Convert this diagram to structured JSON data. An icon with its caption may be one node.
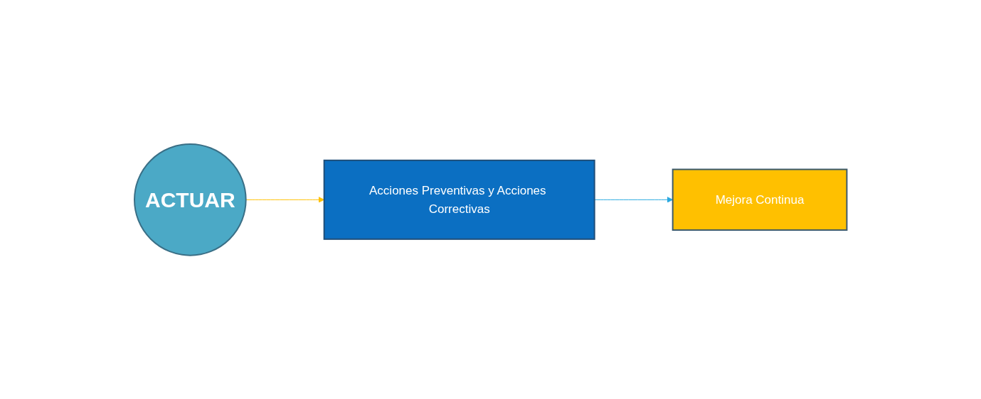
{
  "diagram": {
    "nodes": [
      {
        "text": [
          "ACTUAR"
        ]
      },
      {
        "text": [
          "Acciones Preventivas y Acciones Correctivas"
        ]
      },
      {
        "text": [
          "Mejora Continua"
        ]
      }
    ],
    "edges": [
      {
        "from": 0,
        "to": 1,
        "arrow": "to",
        "color": "#ffc000"
      },
      {
        "from": 1,
        "to": 2,
        "arrow": "to",
        "color": "#29a8e0"
      }
    ]
  }
}
